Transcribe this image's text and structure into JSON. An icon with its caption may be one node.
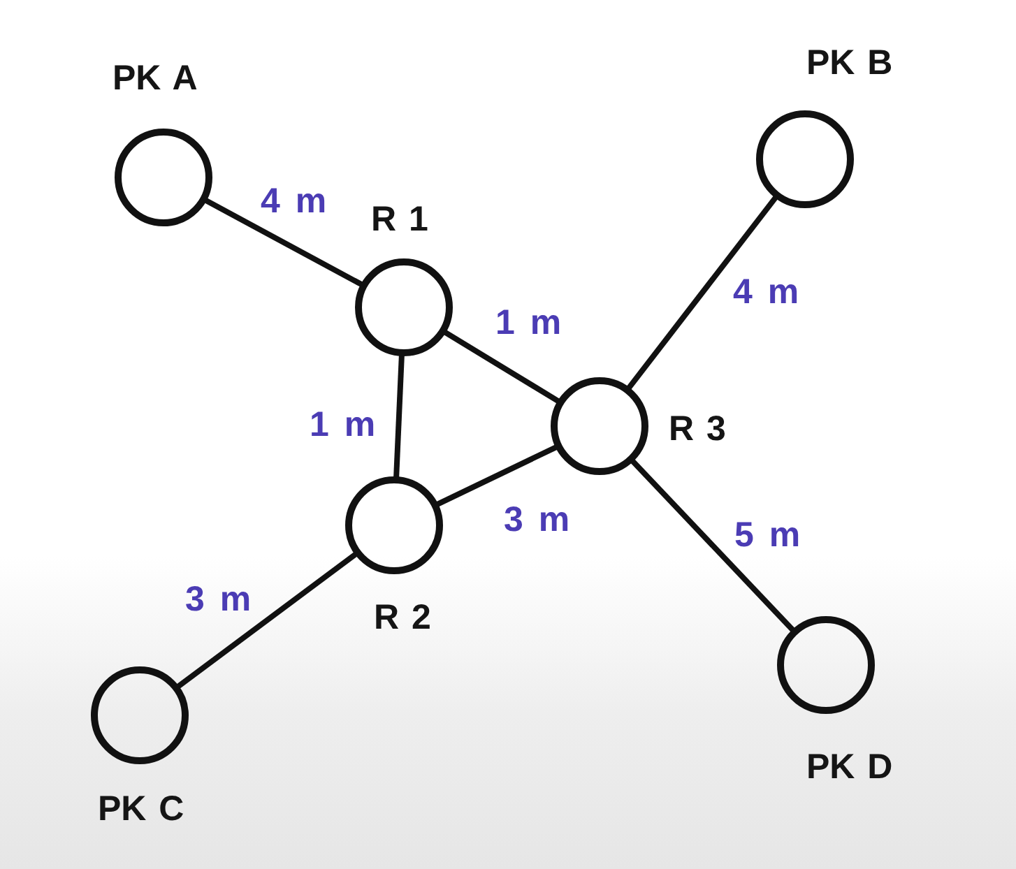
{
  "diagram": {
    "nodes": [
      {
        "text": [
          "PK A"
        ]
      },
      {
        "text": [
          "R 1"
        ]
      },
      {
        "text": [
          "PK B"
        ]
      },
      {
        "text": [
          "R 3"
        ]
      },
      {
        "text": [
          "R 2"
        ]
      },
      {
        "text": [
          "PK C"
        ]
      },
      {
        "text": [
          "PK D"
        ]
      }
    ],
    "edges": [
      {
        "from": 0,
        "to": 1,
        "arrow": "none",
        "label": "4 m"
      },
      {
        "from": 1,
        "to": 3,
        "arrow": "none",
        "label": "1 m"
      },
      {
        "from": 1,
        "to": 4,
        "arrow": "none",
        "label": "1 m"
      },
      {
        "from": 3,
        "to": 2,
        "arrow": "none",
        "label": "4 m"
      },
      {
        "from": 4,
        "to": 3,
        "arrow": "none",
        "label": "3 m"
      },
      {
        "from": 4,
        "to": 5,
        "arrow": "none",
        "label": "3 m"
      },
      {
        "from": 3,
        "to": 6,
        "arrow": "none",
        "label": "5 m"
      }
    ]
  }
}
